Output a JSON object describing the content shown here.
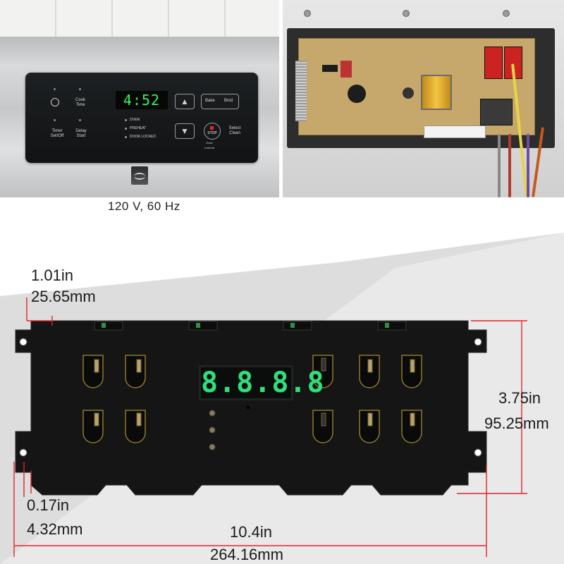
{
  "photo_left": {
    "control_panel": {
      "display_time": "4:52",
      "labels": {
        "cook_time": "Cook\nTime",
        "timer": "Timer\nSet/Off",
        "delay_start": "Delay\nStart",
        "bake": "Bake",
        "broil": "Broil",
        "oven": "OVEN",
        "preheat": "PREHEAT",
        "door_locked": "DOOR LOCKED",
        "stop": "STOP",
        "oven_lockout": "Oven\nLockout",
        "select_clean": "Select\nClean"
      }
    }
  },
  "caption": "120 V, 60 Hz",
  "board": {
    "display_digits": "8.8.8.8"
  },
  "dimensions": {
    "top_offset_in": "1.01in",
    "top_offset_mm": "25.65mm",
    "height_in": "3.75in",
    "height_mm": "95.25mm",
    "side_offset_in": "0.17in",
    "side_offset_mm": "4.32mm",
    "width_in": "10.4in",
    "width_mm": "264.16mm"
  },
  "colors": {
    "dimension_line": "#e0262b",
    "board_body": "#141414",
    "display_green": "#2fe07a",
    "brass_terminal": "#8b7a2a"
  }
}
